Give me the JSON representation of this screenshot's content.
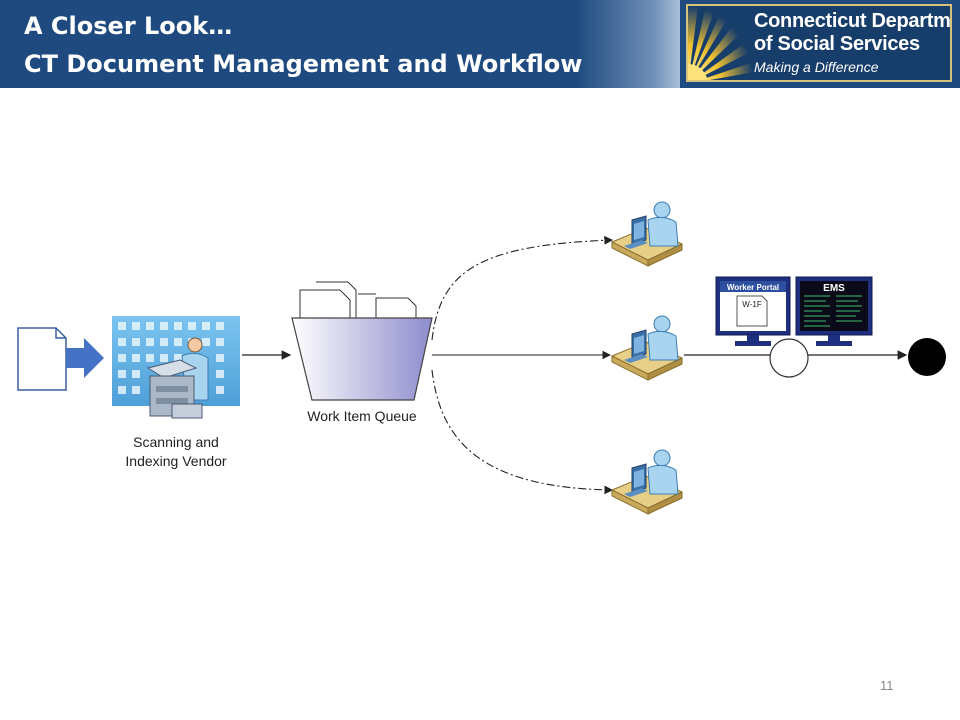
{
  "header": {
    "title_line1": "A Closer Look…",
    "title_line2": "CT Document Management and Workflow"
  },
  "logo": {
    "line1": "Connecticut Department",
    "line2": "of Social Services",
    "tagline": "Making a Difference"
  },
  "diagram": {
    "vendor_label_line1": "Scanning and",
    "vendor_label_line2": "Indexing Vendor",
    "queue_label": "Work Item Queue",
    "worker_portal_label": "Worker Portal",
    "form_label": "W-1F",
    "ems_label": "EMS"
  },
  "page_number": "11",
  "colors": {
    "header_blue": "#1f4a7f",
    "logo_gold": "#d8c27a",
    "arrow_blue": "#4472c4",
    "building_blue": "#5aaee0",
    "queue_purple": "#9b9bd0",
    "desk_tan": "#e6cf8e",
    "monitor_navy": "#1f2f80"
  }
}
